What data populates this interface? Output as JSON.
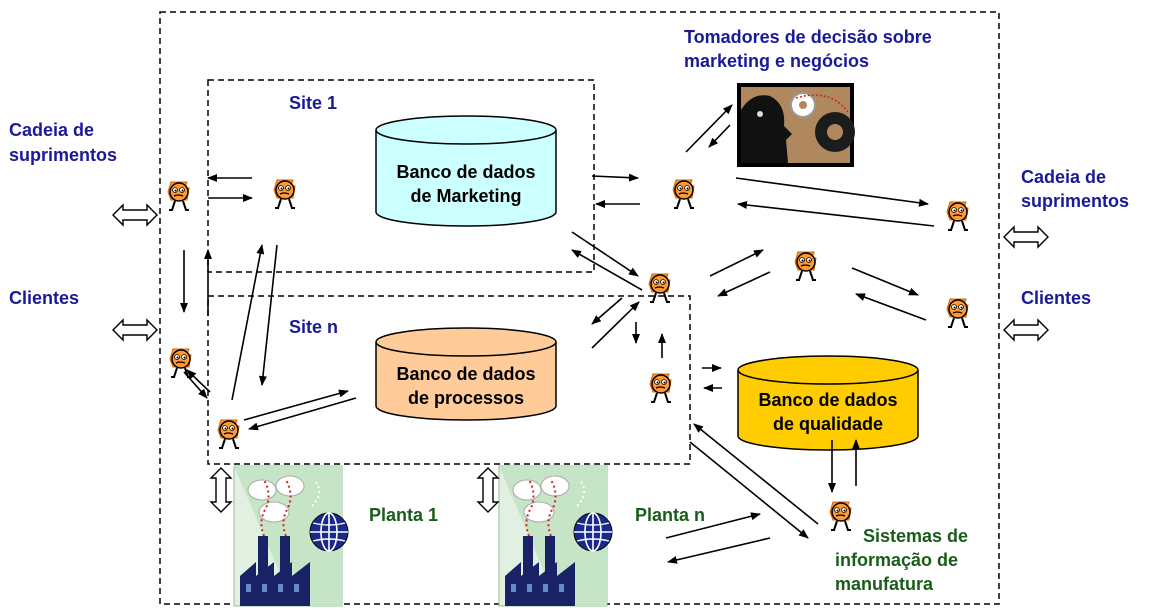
{
  "labels": {
    "decision_makers_line1": "Tomadores de decisão sobre",
    "decision_makers_line2": "marketing e negócios",
    "site1": "Site 1",
    "siten": "Site n",
    "supply_chain_left_1": "Cadeia de",
    "supply_chain_left_2": "suprimentos",
    "supply_chain_right_1": "Cadeia de",
    "supply_chain_right_2": "suprimentos",
    "clients_left": "Clientes",
    "clients_right": "Clientes",
    "plant1": "Planta 1",
    "plantn": "Planta n",
    "mis_line1": "Sistemas de",
    "mis_line2": "informação de",
    "mis_line3": "manufatura"
  },
  "databases": {
    "marketing": {
      "line1": "Banco de dados",
      "line2": "de Marketing",
      "color": "#ccffff"
    },
    "processes": {
      "line1": "Banco de dados",
      "line2": "de processos",
      "color": "#ffcc99"
    },
    "quality": {
      "line1": "Banco de dados",
      "line2": "de qualidade",
      "color": "#ffcc00"
    }
  },
  "colors": {
    "label_blue": "#1a1a99",
    "label_green": "#1a5c1a",
    "agent_orange": "#ff9933"
  },
  "icons": [
    "agent-icon",
    "factory-icon",
    "globe-icon",
    "decision-maker-gear-icon"
  ]
}
